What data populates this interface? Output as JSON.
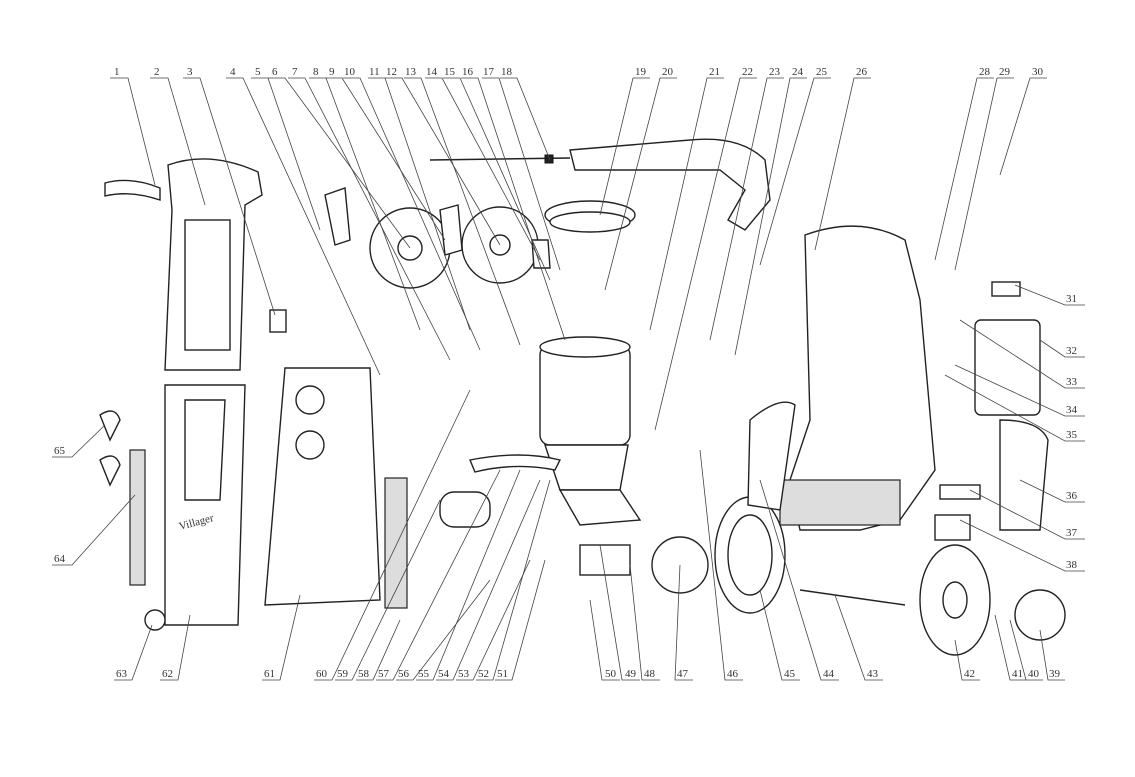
{
  "diagram": {
    "title": "Exploded parts view",
    "brand_mark": "Villager",
    "labels": [
      "1",
      "2",
      "3",
      "4",
      "5",
      "6",
      "7",
      "8",
      "9",
      "10",
      "11",
      "12",
      "13",
      "14",
      "15",
      "16",
      "17",
      "18",
      "19",
      "20",
      "21",
      "22",
      "23",
      "24",
      "25",
      "26",
      "28",
      "29",
      "30",
      "31",
      "32",
      "33",
      "34",
      "35",
      "36",
      "37",
      "38",
      "39",
      "40",
      "41",
      "42",
      "43",
      "44",
      "45",
      "46",
      "47",
      "48",
      "49",
      "50",
      "51",
      "52",
      "53",
      "54",
      "55",
      "56",
      "57",
      "58",
      "59",
      "60",
      "61",
      "62",
      "63",
      "64",
      "65"
    ]
  }
}
